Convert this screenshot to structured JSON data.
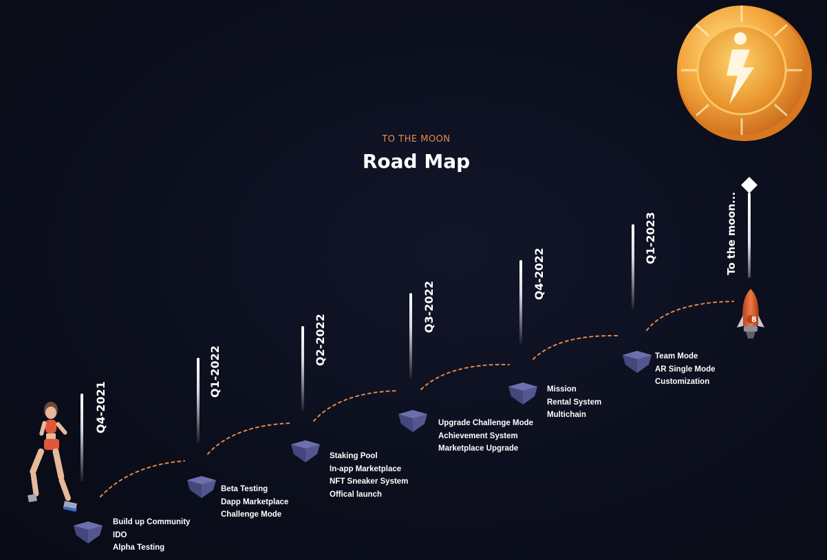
{
  "header": {
    "subtitle": "TO THE MOON",
    "title": "Road Map"
  },
  "milestones": [
    {
      "quarter": "Q4-2021",
      "items": [
        "Build up Community",
        "IDO",
        "Alpha Testing"
      ]
    },
    {
      "quarter": "Q1-2022",
      "items": [
        "Beta Testing",
        "Dapp Marketplace",
        "Challenge Mode"
      ]
    },
    {
      "quarter": "Q2-2022",
      "items": [
        "Staking Pool",
        "In-app Marketplace",
        "NFT Sneaker System",
        "Offical launch"
      ]
    },
    {
      "quarter": "Q3-2022",
      "items": [
        "Upgrade Challenge Mode",
        "Achievement System",
        "Marketplace Upgrade"
      ]
    },
    {
      "quarter": "Q4-2022",
      "items": [
        "Mission",
        "Rental System",
        "Multichain"
      ]
    },
    {
      "quarter": "Q1-2023",
      "items": [
        "Team Mode",
        "AR Single Mode",
        "Customization"
      ]
    }
  ],
  "final": {
    "label": "To the moon...",
    "rocket_number": "8"
  },
  "colors": {
    "background": "#0b0e1b",
    "accent_orange": "#e8894a",
    "gem": "#5a5a9a",
    "coin_gold": "#f2a93b"
  },
  "icons": {
    "coin": "lightning-coin-icon",
    "rocket": "rocket-icon",
    "runner": "runner-figure",
    "gem": "gem-icon",
    "diamond": "diamond-marker-icon"
  }
}
